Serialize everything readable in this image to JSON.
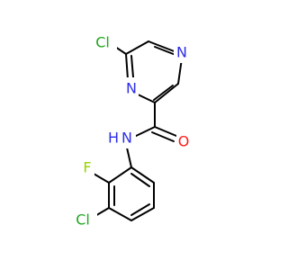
{
  "structure": {
    "atoms": {
      "cl_pyrazine": {
        "label": "Cl",
        "color": "#1fa81f"
      },
      "n_pyrazine_top": {
        "label": "N",
        "color": "#2e2ee6"
      },
      "n_pyrazine_bottom": {
        "label": "N",
        "color": "#2e2ee6"
      },
      "n_amide": {
        "label": "N",
        "color": "#2e2ee6"
      },
      "h_amide": {
        "label": "H",
        "color": "#2e2ee6"
      },
      "o_carbonyl": {
        "label": "O",
        "color": "#ff1a1a"
      },
      "f_phenyl": {
        "label": "F",
        "color": "#96d400"
      },
      "cl_phenyl": {
        "label": "Cl",
        "color": "#1fa81f"
      }
    }
  }
}
